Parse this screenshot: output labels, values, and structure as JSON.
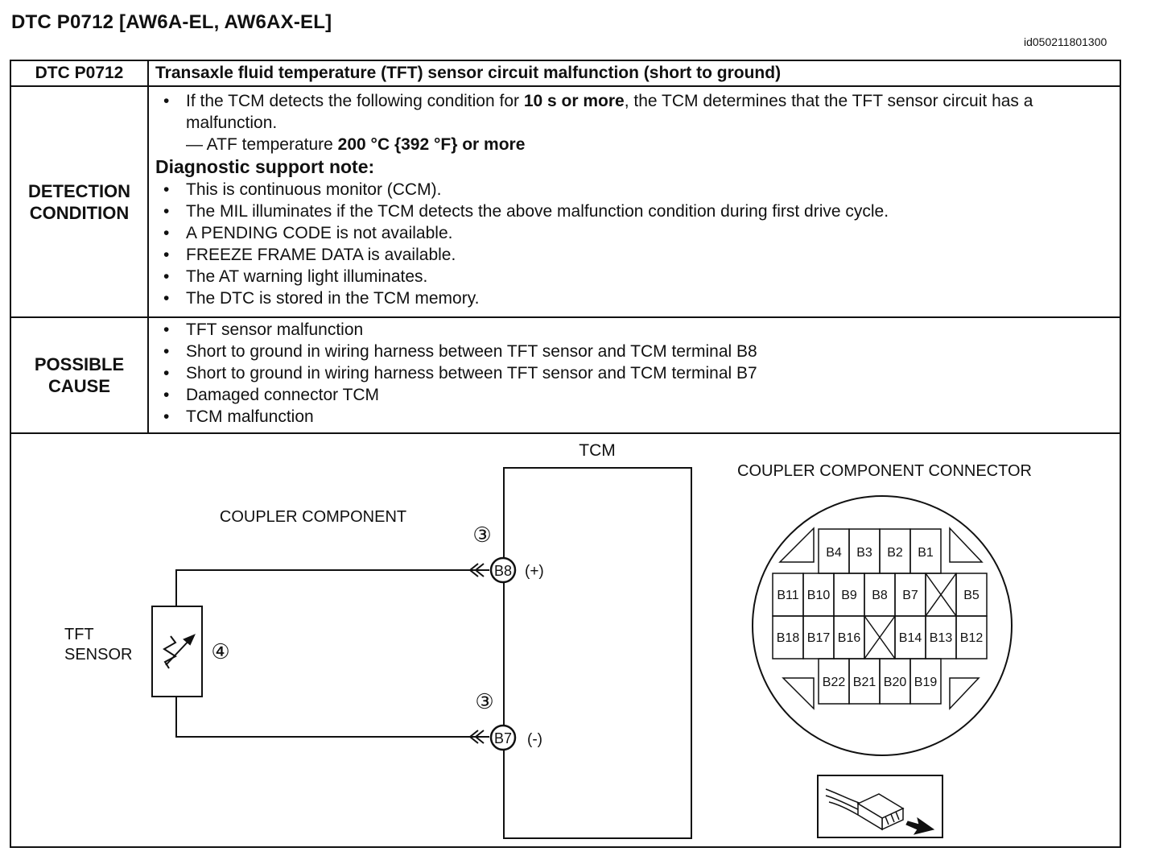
{
  "page": {
    "title": "DTC P0712 [AW6A-EL, AW6AX-EL]",
    "doc_id": "id050211801300"
  },
  "table": {
    "header": {
      "code": "DTC P0712",
      "description": "Transaxle fluid temperature (TFT) sensor circuit malfunction (short to ground)"
    },
    "detection": {
      "label_line1": "DETECTION",
      "label_line2": "CONDITION",
      "intro_pre": "If the TCM detects the following condition for ",
      "intro_bold": "10 s or more",
      "intro_post": ", the TCM determines that the TFT sensor circuit has a malfunction.",
      "condition_pre": "— ATF temperature ",
      "condition_bold": "200 °C {392 °F} or more",
      "note_title": "Diagnostic support note:",
      "notes": [
        "This is continuous monitor (CCM).",
        "The MIL illuminates if the TCM detects the above malfunction condition during first drive cycle.",
        "A PENDING CODE is not available.",
        "FREEZE FRAME DATA is available.",
        "The AT warning light illuminates.",
        "The DTC is stored in the TCM memory."
      ]
    },
    "cause": {
      "label_line1": "POSSIBLE",
      "label_line2": "CAUSE",
      "items": [
        "TFT sensor malfunction",
        "Short to ground in wiring harness between TFT sensor and TCM terminal B8",
        "Short to ground in wiring harness between TFT sensor and TCM terminal B7",
        "Damaged connector TCM",
        "TCM malfunction"
      ]
    }
  },
  "diagram": {
    "tcm_label": "TCM",
    "coupler_label": "COUPLER COMPONENT",
    "connector_title": "COUPLER COMPONENT CONNECTOR",
    "sensor_label_line1": "TFT",
    "sensor_label_line2": "SENSOR",
    "sensor_callout": "④",
    "harness_callout_top": "③",
    "harness_callout_bottom": "③",
    "terminal_top": "B8",
    "terminal_top_polarity": "(+)",
    "terminal_bottom": "B7",
    "terminal_bottom_polarity": "(-)",
    "connector_rows": [
      [
        "B4",
        "B3",
        "B2",
        "B1"
      ],
      [
        "B11",
        "B10",
        "B9",
        "B8",
        "B7",
        "",
        "B5"
      ],
      [
        "B18",
        "B17",
        "B16",
        "",
        "B14",
        "B13",
        "B12"
      ],
      [
        "B22",
        "B21",
        "B20",
        "B19"
      ]
    ]
  }
}
